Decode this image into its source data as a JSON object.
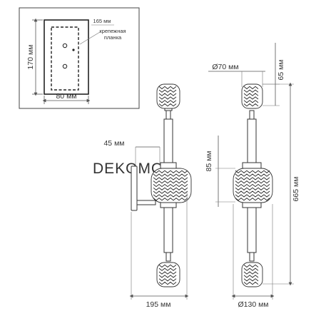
{
  "watermark": "DEKOMO",
  "inset": {
    "width_label": "80 мм",
    "height_label": "170 мм",
    "plate_label": "165 мм",
    "plate_note_line1": "крепежная",
    "plate_note_line2": "планка"
  },
  "side_view": {
    "depth_label": "45 мм",
    "width_label": "195 мм"
  },
  "front_view": {
    "top_diameter_label": "Ø70 мм",
    "top_height_label": "65 мм",
    "center_height_label": "85 мм",
    "total_height_label": "665 мм",
    "center_diameter_label": "Ø130 мм"
  }
}
